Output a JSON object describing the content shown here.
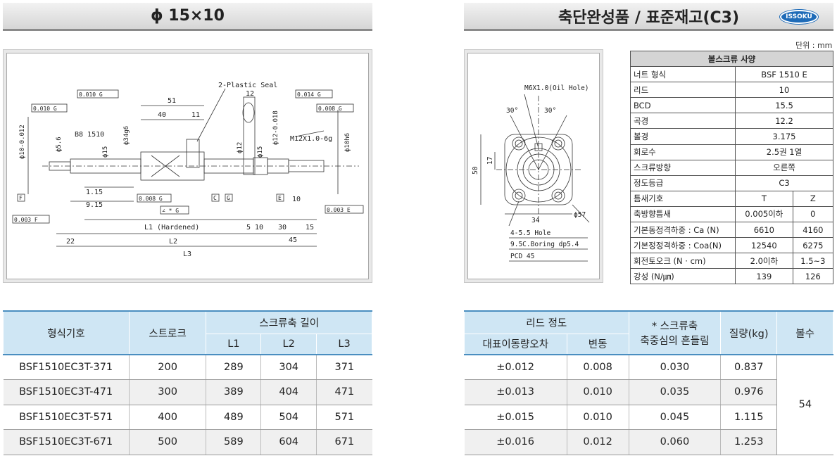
{
  "left_title": "ϕ 15×10",
  "right_title": "축단완성품 / 표준재고(C3)",
  "logo_text": "ISSOKU",
  "unit_label": "단위 : mm",
  "drawing_left": {
    "plastic_seal": "2-Plastic Seal",
    "dim_51": "51",
    "dim_40": "40",
    "dim_11": "11",
    "b8": "B8 1510",
    "m12": "M12X1.0-6g",
    "l1_hard": "L1 (Hardened)",
    "l2": "L2",
    "l3": "L3",
    "d22": "22",
    "d510": "5 10",
    "d30": "30",
    "d15": "15",
    "d45": "45",
    "d10": "10",
    "tol_1": "0.010 G",
    "tol_2": "0.010 G",
    "tol_3": "0.014 G",
    "tol_4": "0.008 G",
    "tol_5": "0.008 G",
    "tol_6": "0.003 F",
    "tol_7": "0.003 E",
    "tol_8": "∠ * G",
    "ds_1": "ϕ10-0.012",
    "ds_2": "ϕ5.6",
    "ds_3": "ϕ15",
    "ds_4": "ϕ34g6",
    "ds_5": "ϕ12",
    "ds_6": "ϕ15",
    "ds_7": "ϕ12-0.018",
    "ds_8": "ϕ10h6",
    "st_1": "1.15",
    "st_2": "9.15",
    "lbl_f": "F",
    "lbl_g": "G",
    "lbl_c": "C",
    "lbl_e": "E",
    "lbl_12": "12"
  },
  "drawing_right": {
    "m6": "M6X1.0(Oil Hole)",
    "deg1": "30°",
    "deg2": "30°",
    "d50": "50",
    "d17": "17",
    "d34": "34",
    "d57": "ϕ57",
    "hole": "4-5.5 Hole",
    "boring": "9.5C.Boring dp5.4",
    "pcd": "PCD 45"
  },
  "spec": {
    "title": "볼스크류 사양",
    "rows": [
      {
        "label": "너트 형식",
        "value": "BSF 1510 E"
      },
      {
        "label": "리드",
        "value": "10"
      },
      {
        "label": "BCD",
        "value": "15.5"
      },
      {
        "label": "곡경",
        "value": "12.2"
      },
      {
        "label": "볼경",
        "value": "3.175"
      },
      {
        "label": "회로수",
        "value": "2.5권 1열"
      },
      {
        "label": "스크류방향",
        "value": "오른쪽"
      },
      {
        "label": "정도등급",
        "value": "C3"
      }
    ],
    "split_rows": [
      {
        "label": "틈새기호",
        "t": "T",
        "z": "Z"
      },
      {
        "label": "축방향틈새",
        "t": "0.005이하",
        "z": "0"
      },
      {
        "label": "기본동정격하중 : Ca (N)",
        "t": "6610",
        "z": "4160"
      },
      {
        "label": "기본정정격하중 : Coa(N)",
        "t": "12540",
        "z": "6275"
      },
      {
        "label": "회전토오크 (N · cm)",
        "t": "2.0이하",
        "z": "1.5~3"
      },
      {
        "label": "강성 (N/㎛)",
        "t": "139",
        "z": "126"
      }
    ]
  },
  "table_left": {
    "h_model": "형식기호",
    "h_stroke": "스트로크",
    "h_len": "스크류축 길이",
    "h_l1": "L1",
    "h_l2": "L2",
    "h_l3": "L3",
    "rows": [
      {
        "model": "BSF1510EC3T-371",
        "stroke": "200",
        "l1": "289",
        "l2": "304",
        "l3": "371"
      },
      {
        "model": "BSF1510EC3T-471",
        "stroke": "300",
        "l1": "389",
        "l2": "404",
        "l3": "471"
      },
      {
        "model": "BSF1510EC3T-571",
        "stroke": "400",
        "l1": "489",
        "l2": "504",
        "l3": "571"
      },
      {
        "model": "BSF1510EC3T-671",
        "stroke": "500",
        "l1": "589",
        "l2": "604",
        "l3": "671"
      }
    ]
  },
  "table_right": {
    "h_lead": "리드 정도",
    "h_rep": "대표이동량오차",
    "h_var": "변동",
    "h_runout_1": "* 스크류축",
    "h_runout_2": "축중심의 흔들림",
    "h_mass": "질량(kg)",
    "h_balls": "볼수",
    "balls": "54",
    "rows": [
      {
        "rep": "±0.012",
        "var": "0.008",
        "runout": "0.030",
        "mass": "0.837"
      },
      {
        "rep": "±0.013",
        "var": "0.010",
        "runout": "0.035",
        "mass": "0.976"
      },
      {
        "rep": "±0.015",
        "var": "0.010",
        "runout": "0.045",
        "mass": "1.115"
      },
      {
        "rep": "±0.016",
        "var": "0.012",
        "runout": "0.060",
        "mass": "1.253"
      }
    ]
  }
}
